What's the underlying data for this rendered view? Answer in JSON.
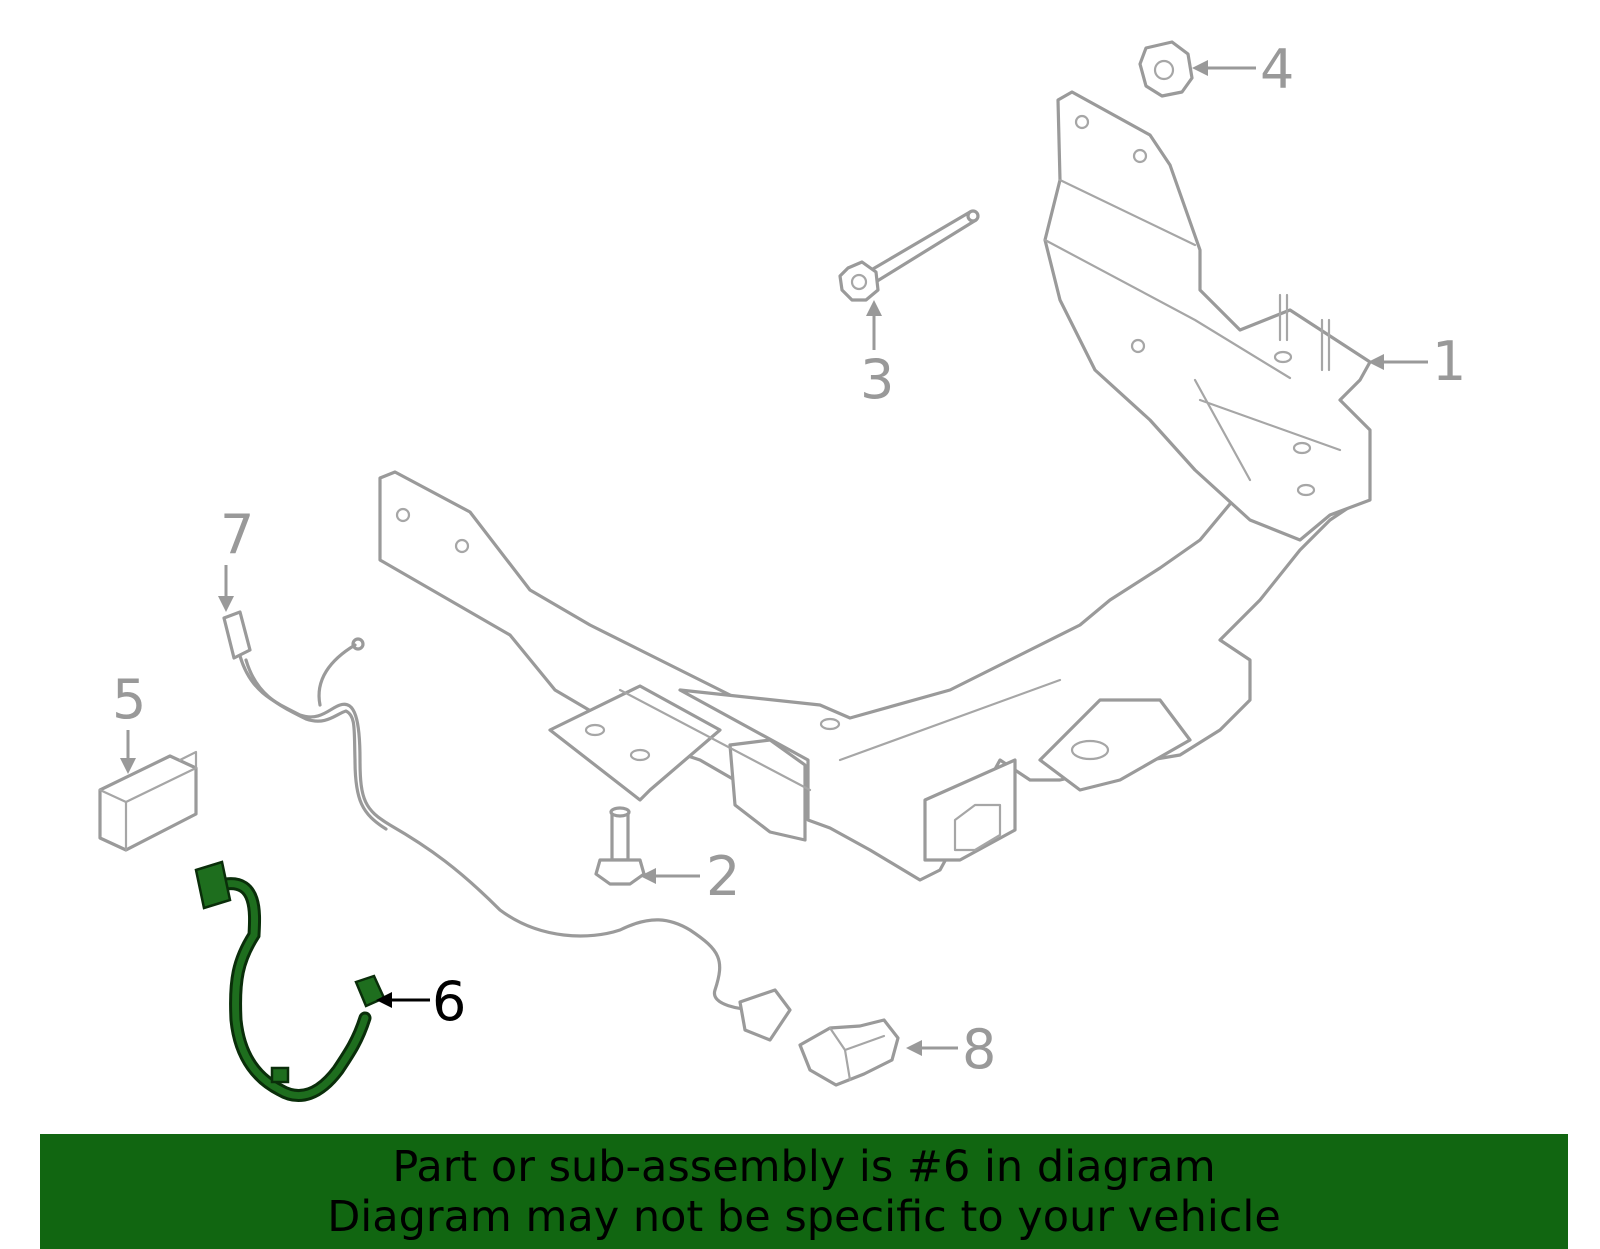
{
  "callouts": {
    "c1": "1",
    "c2": "2",
    "c3": "3",
    "c4": "4",
    "c5": "5",
    "c6": "6",
    "c7": "7",
    "c8": "8"
  },
  "highlighted_part": "6",
  "colors": {
    "part_outline": "#9a9a9a",
    "highlight_fill": "#1e6e1e",
    "highlight_stroke": "#0a2e0a",
    "banner_bg": "#116611",
    "banner_text": "#000000"
  },
  "banner": {
    "line1": "Part or sub-assembly is #6 in diagram",
    "line2": "Diagram may not be specific to your vehicle"
  }
}
